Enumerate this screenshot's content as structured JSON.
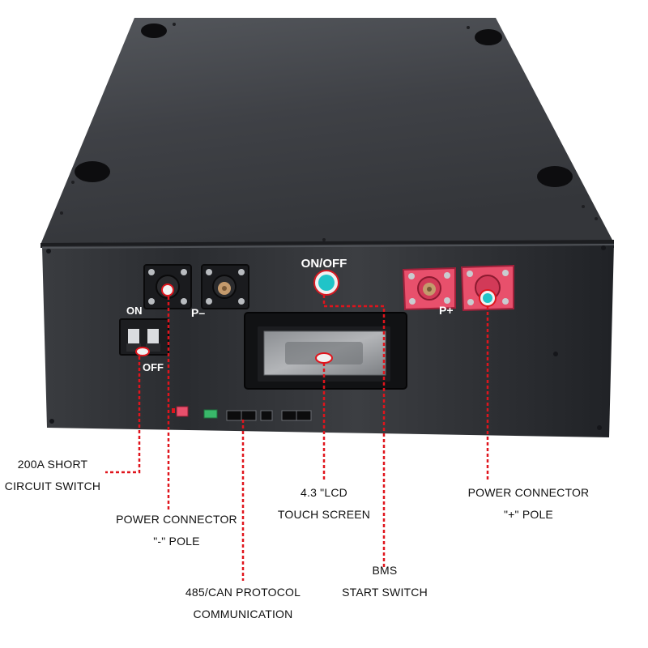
{
  "device_labels": {
    "on_off": "ON/OFF",
    "on": "ON",
    "off": "OFF",
    "p_minus": "P–",
    "p_plus": "P+"
  },
  "callouts": {
    "short_switch": {
      "line1": "200A SHORT",
      "line2": "CIRCUIT SWITCH"
    },
    "neg_pole": {
      "line1": "POWER CONNECTOR",
      "line2": "\"-\" POLE"
    },
    "lcd": {
      "line1": "4.3 \"LCD",
      "line2": "TOUCH SCREEN"
    },
    "pos_pole": {
      "line1": "POWER CONNECTOR",
      "line2": "\"+\" POLE"
    },
    "bms": {
      "line1": "BMS",
      "line2": "START SWITCH"
    },
    "comm": {
      "line1": "485/CAN PROTOCOL",
      "line2": "COMMUNICATION"
    }
  },
  "colors": {
    "leader": "#e0141c",
    "accent_button": "#20c4c8",
    "terminal_red": "#e8506c",
    "housing": "#2c2e32"
  },
  "icons": [
    "screw-icon",
    "hole-icon",
    "rj45-port-icon",
    "terminal-block-icon"
  ]
}
